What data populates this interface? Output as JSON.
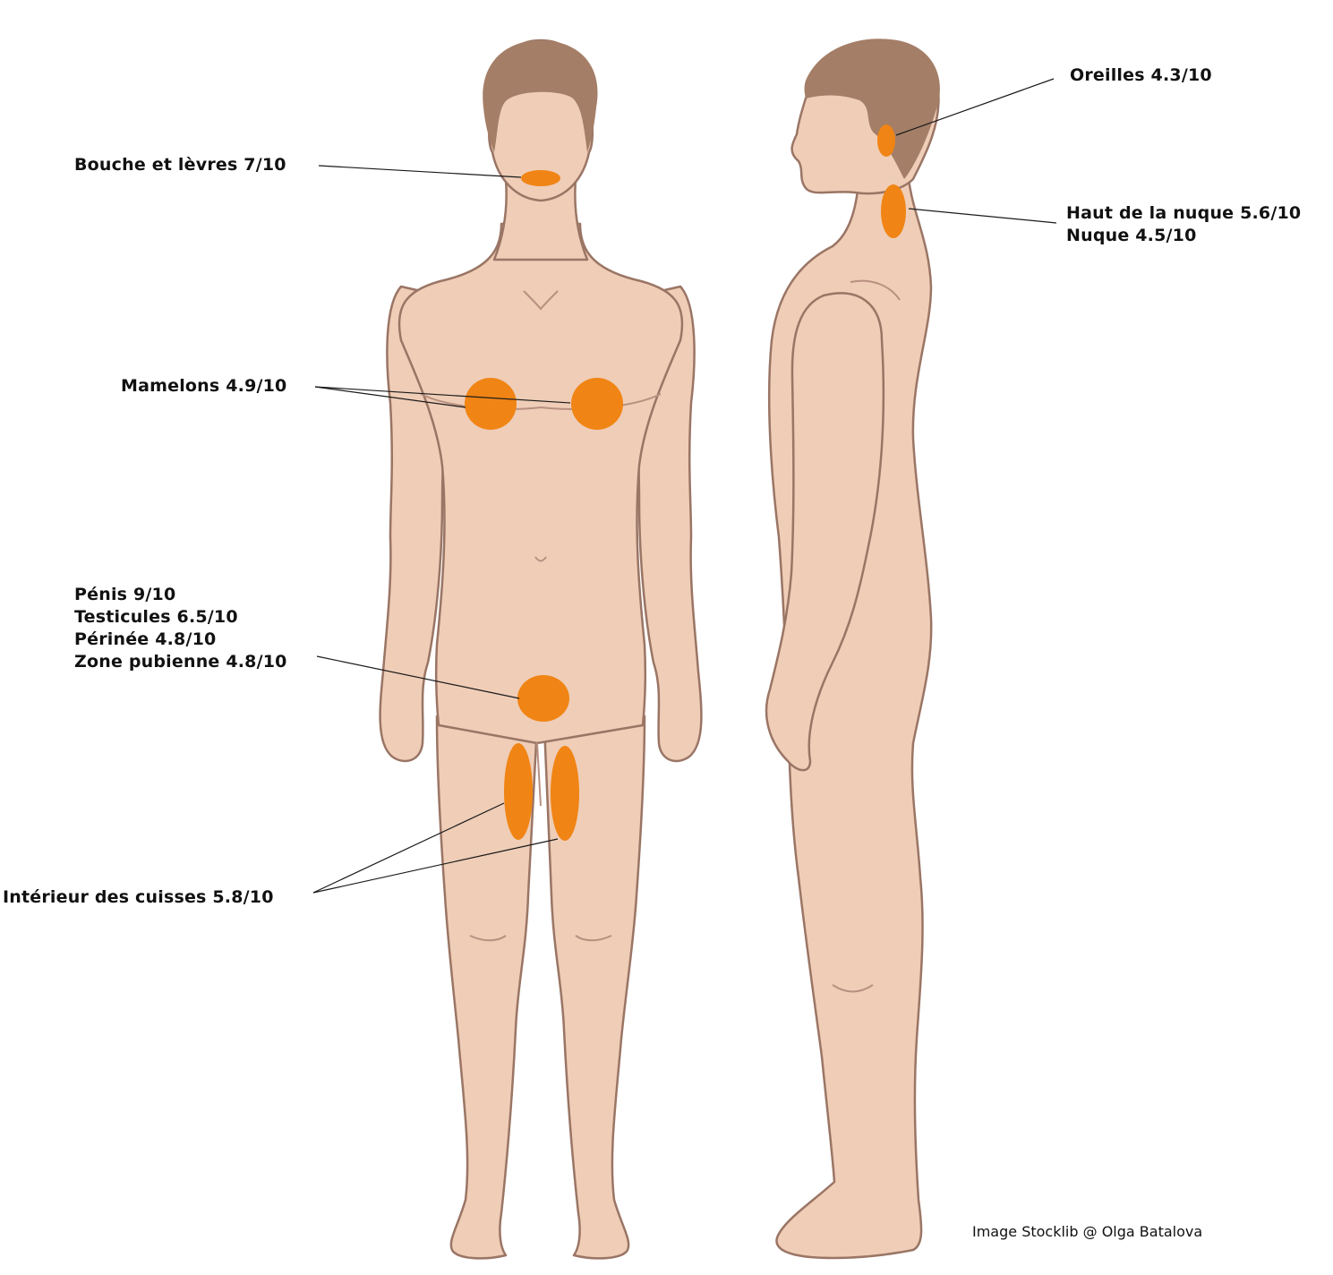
{
  "zone_color": "#f08414",
  "skin_color": "#efcdb7",
  "outline_color": "#9a7565",
  "hair_color": "#a47e67",
  "labels": {
    "bouche": "Bouche et lèvres 7/10",
    "mamelons": "Mamelons 4.9/10",
    "penis": "Pénis 9/10",
    "testicules": "Testicules 6.5/10",
    "perinee": "Périnée 4.8/10",
    "pubienne": "Zone pubienne 4.8/10",
    "cuisses": "Intérieur des cuisses 5.8/10",
    "oreilles": "Oreilles 4.3/10",
    "haut_nuque": "Haut de la nuque 5.6/10",
    "nuque": "Nuque 4.5/10"
  },
  "credit": "Image Stocklib @ Olga Batalova"
}
